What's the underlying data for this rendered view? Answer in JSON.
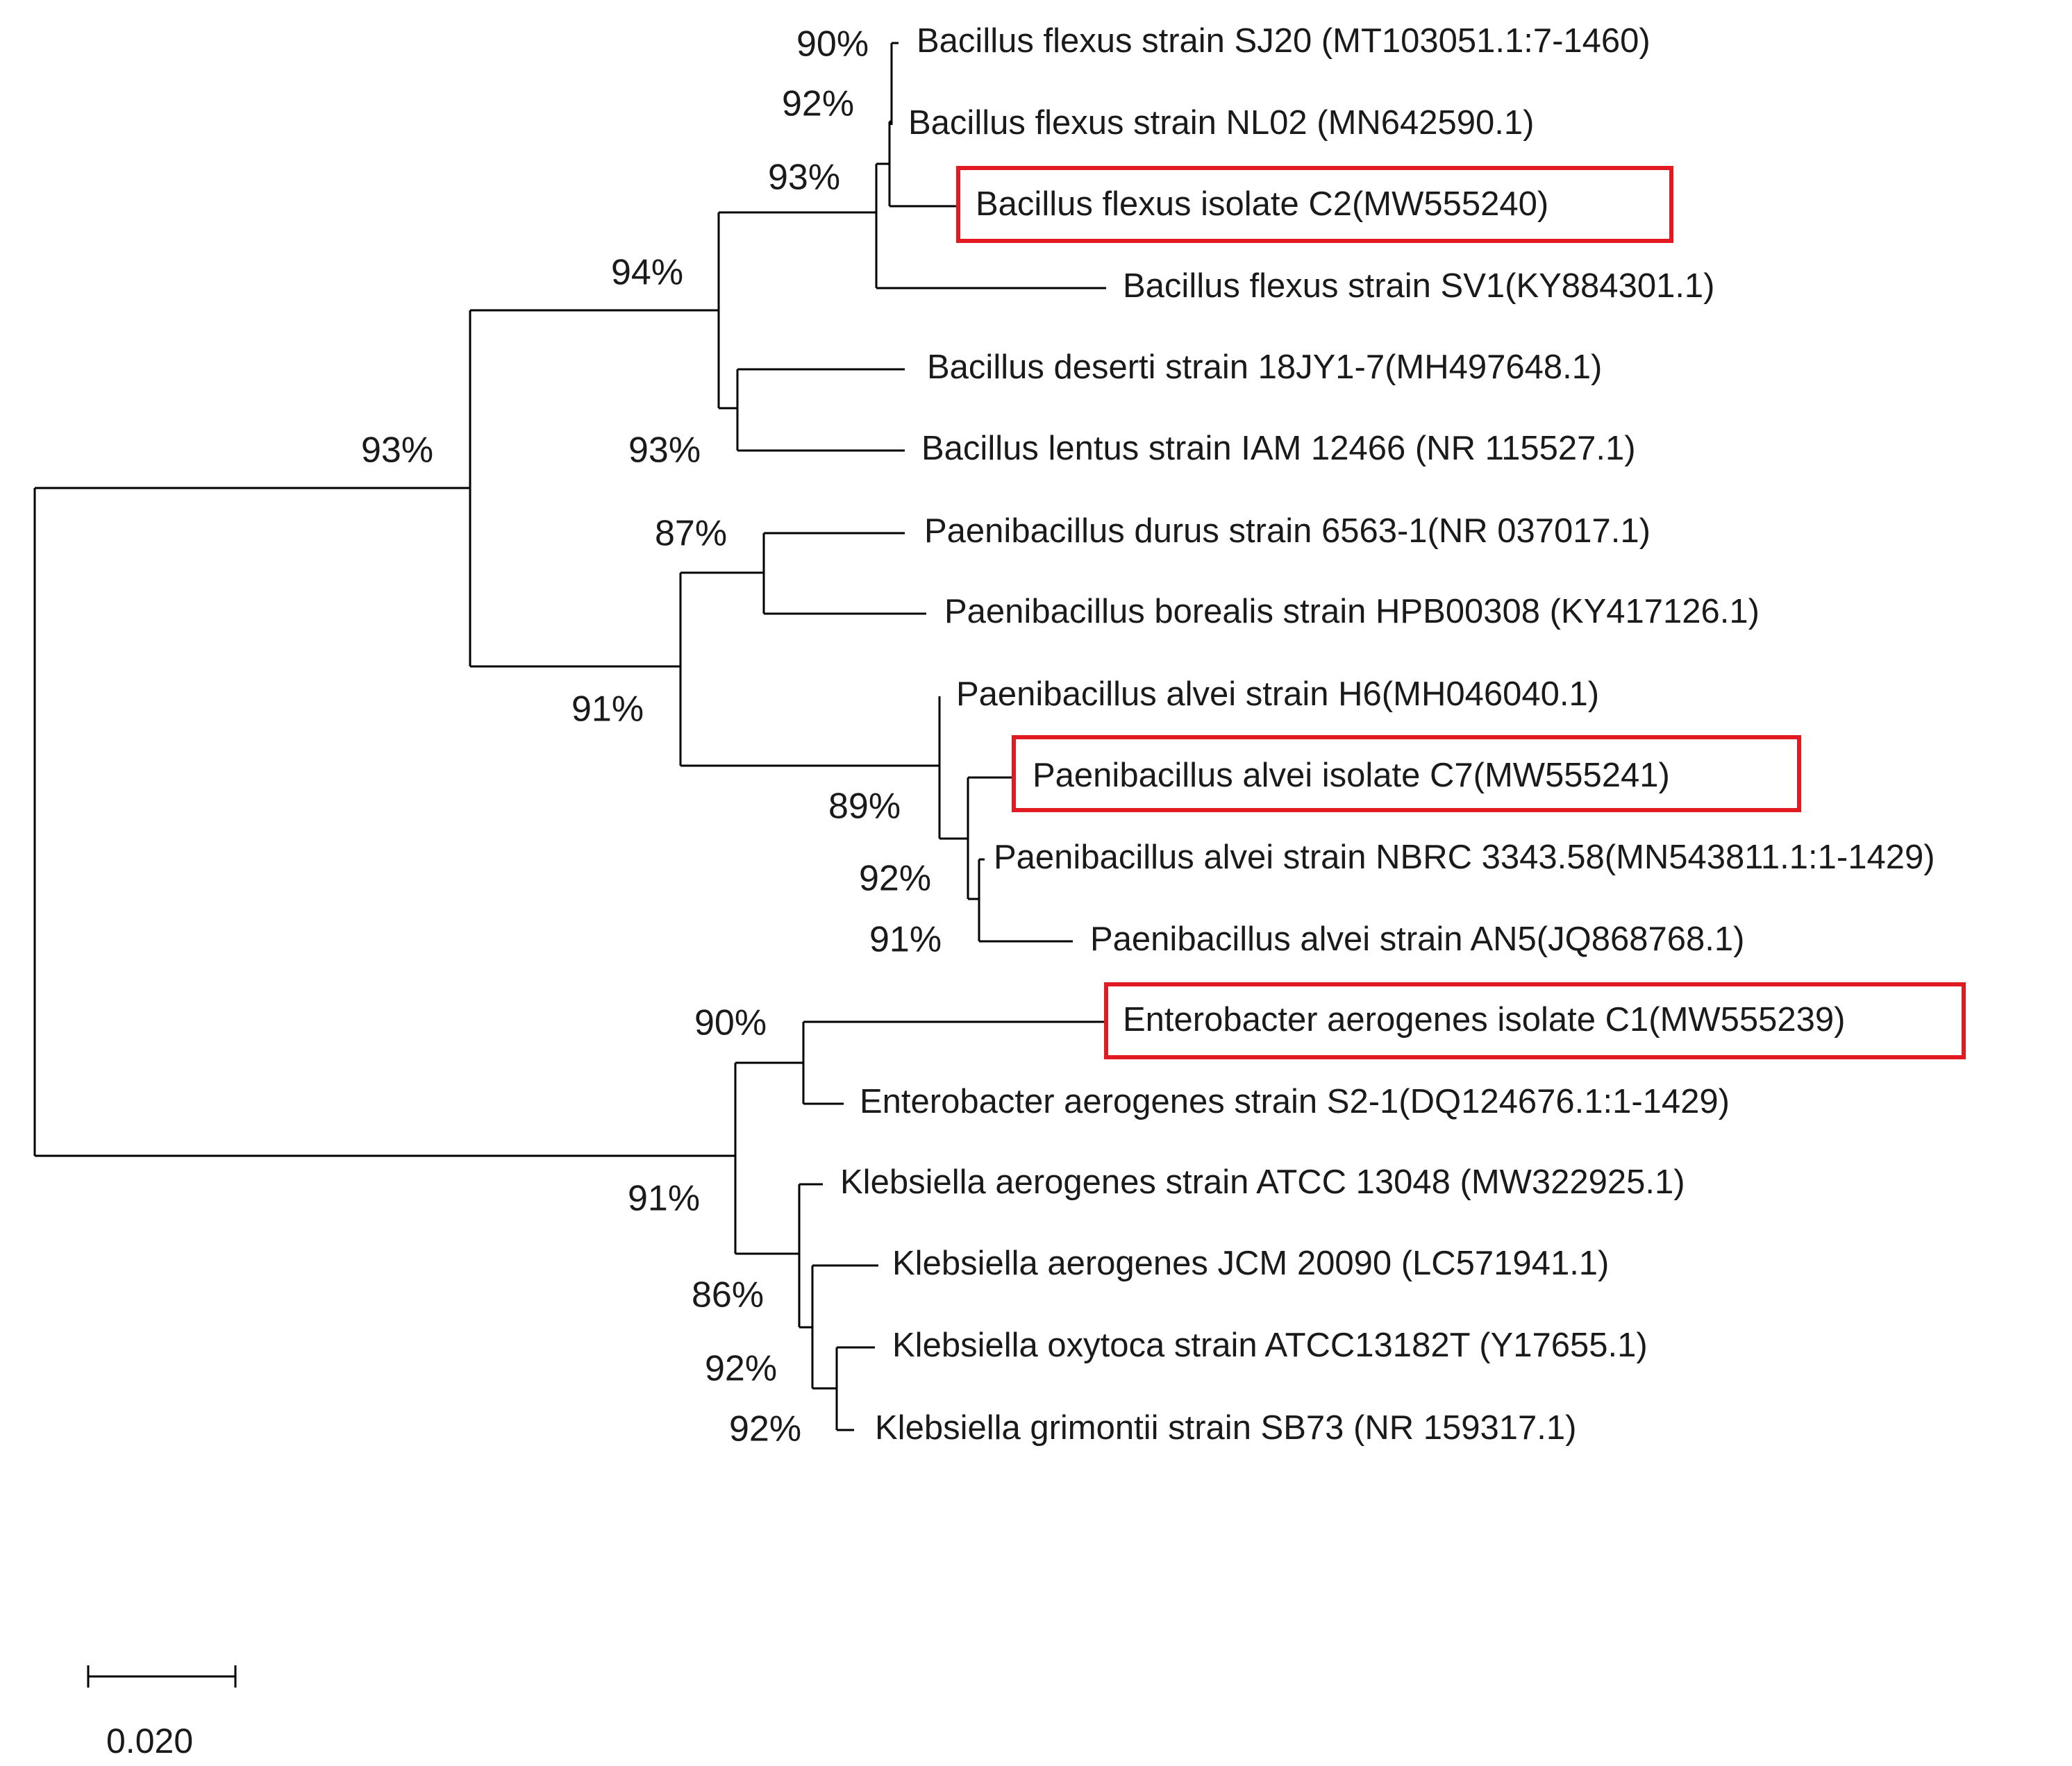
{
  "highlight_color": "#e21b23",
  "line_color": "#000000",
  "leaves": {
    "l1": "Bacillus flexus strain SJ20 (MT103051.1:7-1460)",
    "l2": "Bacillus flexus strain NL02 (MN642590.1)",
    "l3": "Bacillus flexus isolate C2(MW555240)",
    "l4": "Bacillus flexus strain SV1(KY884301.1)",
    "l5": "Bacillus deserti strain 18JY1-7(MH497648.1)",
    "l6": "Bacillus lentus strain IAM 12466 (NR 115527.1)",
    "l7": "Paenibacillus durus strain 6563-1(NR 037017.1)",
    "l8": "Paenibacillus borealis strain HPB00308 (KY417126.1)",
    "l9": "Paenibacillus alvei strain H6(MH046040.1)",
    "l10": "Paenibacillus alvei isolate C7(MW555241)",
    "l11": "Paenibacillus alvei strain NBRC 3343.58(MN543811.1:1-1429)",
    "l12": "Paenibacillus alvei strain AN5(JQ868768.1)",
    "l13": "Enterobacter aerogenes isolate C1(MW555239)",
    "l14": "Enterobacter aerogenes strain S2-1(DQ124676.1:1-1429)",
    "l15": "Klebsiella aerogenes strain ATCC 13048 (MW322925.1)",
    "l16": "Klebsiella aerogenes JCM 20090 (LC571941.1)",
    "l17": "Klebsiella oxytoca strain ATCC13182T (Y17655.1)",
    "l18": "Klebsiella grimontii strain SB73 (NR 159317.1)"
  },
  "highlighted_leaves": [
    "l3",
    "l10",
    "l13"
  ],
  "support": {
    "n_sj20_nl02": "90%",
    "n_flexus_c2": "92%",
    "n_flexus_sv1": "93%",
    "n_bacillus": "94%",
    "n_bacillus_paeni": "93%",
    "n_deserti_lentus": "93%",
    "n_durus_borealis": "87%",
    "n_paeni": "91%",
    "n_alvei": "89%",
    "n_alvei_c7_group": "92%",
    "n_nbrc_an5": "91%",
    "n_entero": "90%",
    "n_entero_kleb": "91%",
    "n_kleb": "86%",
    "n_kleb_sub": "92%",
    "n_oxy_grim": "92%"
  },
  "scale_bar": {
    "label": "0.020",
    "length": 0.02
  }
}
